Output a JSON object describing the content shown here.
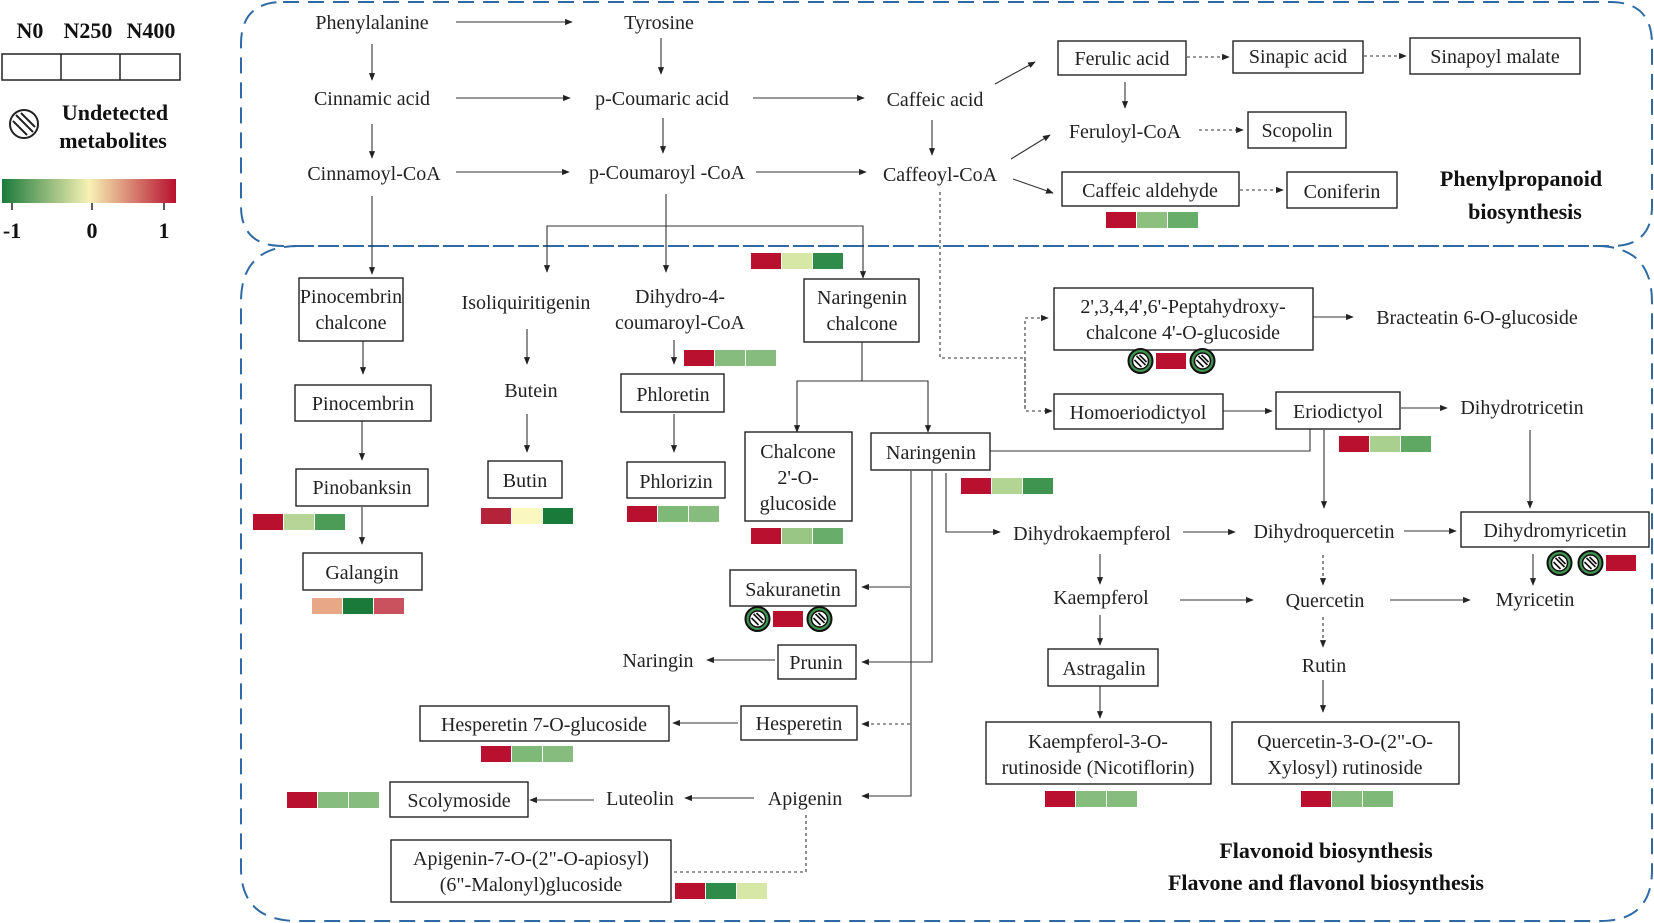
{
  "legend": {
    "conditions": [
      "N0",
      "N250",
      "N400"
    ],
    "undetected_label_line1": "Undetected",
    "undetected_label_line2": "metabolites",
    "scale_min": "-1",
    "scale_mid": "0",
    "scale_max": "1",
    "gradient": [
      "#1a7a3a",
      "#f7f1b4",
      "#b8102e"
    ]
  },
  "regions": {
    "phenylpropanoid_line1": "Phenylpropanoid",
    "phenylpropanoid_line2": "biosynthesis",
    "flavonoid_line1": "Flavonoid biosynthesis",
    "flavonoid_line2": "Flavone and flavonol biosynthesis"
  },
  "nodes": [
    {
      "id": "phenylalanine",
      "lines": [
        "Phenylalanine"
      ]
    },
    {
      "id": "tyrosine",
      "lines": [
        "Tyrosine"
      ]
    },
    {
      "id": "cinnamic-acid",
      "lines": [
        "Cinnamic acid"
      ]
    },
    {
      "id": "p-coumaric-acid",
      "lines": [
        "p-Coumaric acid"
      ]
    },
    {
      "id": "caffeic-acid",
      "lines": [
        "Caffeic acid"
      ]
    },
    {
      "id": "cinnamoyl-coa",
      "lines": [
        "Cinnamoyl-CoA"
      ]
    },
    {
      "id": "p-coumaroyl-coa",
      "lines": [
        "p-Coumaroyl -CoA"
      ]
    },
    {
      "id": "caffeoyl-coa",
      "lines": [
        "Caffeoyl-CoA"
      ]
    },
    {
      "id": "ferulic-acid",
      "lines": [
        "Ferulic acid"
      ]
    },
    {
      "id": "sinapic-acid",
      "lines": [
        "Sinapic acid"
      ]
    },
    {
      "id": "sinapoyl-malate",
      "lines": [
        "Sinapoyl malate"
      ]
    },
    {
      "id": "feruloyl-coa",
      "lines": [
        "Feruloyl-CoA"
      ]
    },
    {
      "id": "scopolin",
      "lines": [
        "Scopolin"
      ]
    },
    {
      "id": "caffeic-aldehyde",
      "lines": [
        "Caffeic aldehyde"
      ]
    },
    {
      "id": "coniferin",
      "lines": [
        "Coniferin"
      ]
    },
    {
      "id": "pinocembrin-chalcone",
      "lines": [
        "Pinocembrin",
        "chalcone"
      ]
    },
    {
      "id": "isoliquiritigenin",
      "lines": [
        "Isoliquiritigenin"
      ]
    },
    {
      "id": "dihydro-4-coumaroyl-coa",
      "lines": [
        "Dihydro-4-",
        "coumaroyl-CoA"
      ]
    },
    {
      "id": "naringenin-chalcone",
      "lines": [
        "Naringenin",
        "chalcone"
      ]
    },
    {
      "id": "peptahydroxy-chalcone",
      "lines": [
        "2',3,4,4',6'-Peptahydroxy-",
        "chalcone 4'-O-glucoside"
      ]
    },
    {
      "id": "bracteatin",
      "lines": [
        "Bracteatin 6-O-glucoside"
      ]
    },
    {
      "id": "pinocembrin",
      "lines": [
        "Pinocembrin"
      ]
    },
    {
      "id": "butein",
      "lines": [
        "Butein"
      ]
    },
    {
      "id": "phloretin",
      "lines": [
        "Phloretin"
      ]
    },
    {
      "id": "homoeriodictyol",
      "lines": [
        "Homoeriodictyol"
      ]
    },
    {
      "id": "eriodictyol",
      "lines": [
        "Eriodictyol"
      ]
    },
    {
      "id": "dihydrotricetin",
      "lines": [
        "Dihydrotricetin"
      ]
    },
    {
      "id": "chalcone-2-o-glucoside",
      "lines": [
        "Chalcone",
        "2'-O-",
        "glucoside"
      ]
    },
    {
      "id": "naringenin",
      "lines": [
        "Naringenin"
      ]
    },
    {
      "id": "pinobanksin",
      "lines": [
        "Pinobanksin"
      ]
    },
    {
      "id": "butin",
      "lines": [
        "Butin"
      ]
    },
    {
      "id": "phlorizin",
      "lines": [
        "Phlorizin"
      ]
    },
    {
      "id": "dihydrokaempferol",
      "lines": [
        "Dihydrokaempferol"
      ]
    },
    {
      "id": "dihydroquercetin",
      "lines": [
        "Dihydroquercetin"
      ]
    },
    {
      "id": "dihydromyricetin",
      "lines": [
        "Dihydromyricetin"
      ]
    },
    {
      "id": "galangin",
      "lines": [
        "Galangin"
      ]
    },
    {
      "id": "sakuranetin",
      "lines": [
        "Sakuranetin"
      ]
    },
    {
      "id": "kaempferol",
      "lines": [
        "Kaempferol"
      ]
    },
    {
      "id": "quercetin",
      "lines": [
        "Quercetin"
      ]
    },
    {
      "id": "myricetin",
      "lines": [
        "Myricetin"
      ]
    },
    {
      "id": "naringin",
      "lines": [
        "Naringin"
      ]
    },
    {
      "id": "prunin",
      "lines": [
        "Prunin"
      ]
    },
    {
      "id": "astragalin",
      "lines": [
        "Astragalin"
      ]
    },
    {
      "id": "rutin",
      "lines": [
        "Rutin"
      ]
    },
    {
      "id": "hesperetin-7-o-glucoside",
      "lines": [
        "Hesperetin 7-O-glucoside"
      ]
    },
    {
      "id": "hesperetin",
      "lines": [
        "Hesperetin"
      ]
    },
    {
      "id": "kaempferol-3-o-rutinoside",
      "lines": [
        "Kaempferol-3-O-",
        "rutinoside (Nicotiflorin)"
      ]
    },
    {
      "id": "quercetin-3-o-xylosyl-rutinoside",
      "lines": [
        "Quercetin-3-O-(2\"-O-",
        "Xylosyl) rutinoside"
      ]
    },
    {
      "id": "scolymoside",
      "lines": [
        "Scolymoside"
      ]
    },
    {
      "id": "luteolin",
      "lines": [
        "Luteolin"
      ]
    },
    {
      "id": "apigenin",
      "lines": [
        "Apigenin"
      ]
    },
    {
      "id": "apigenin-7-o-glucoside",
      "lines": [
        "Apigenin-7-O-(2\"-O-apiosyl)",
        "(6\"-Malonyl)glucoside"
      ]
    }
  ],
  "heat_strips": [
    {
      "metabolite": "caffeic-aldehyde",
      "cells": [
        "#b8102e",
        "#8dc07f",
        "#68ad6a"
      ]
    },
    {
      "metabolite": "naringenin-chalcone",
      "cells": [
        "#b8102e",
        "#d6e7a6",
        "#2e8b49"
      ]
    },
    {
      "metabolite": "dihydro-4-coumaroyl-coa",
      "cells": [
        "#b8102e",
        "#86bd7e",
        "#86bd7e"
      ]
    },
    {
      "metabolite": "peptahydroxy-chalcone",
      "cells": [
        "undetected",
        "#b8102e",
        "undetected"
      ]
    },
    {
      "metabolite": "eriodictyol",
      "cells": [
        "#b8102e",
        "#a9d08f",
        "#5ea863"
      ]
    },
    {
      "metabolite": "naringenin",
      "cells": [
        "#b8102e",
        "#b3d594",
        "#3f944f"
      ]
    },
    {
      "metabolite": "pinobanksin",
      "cells": [
        "#b8102e",
        "#b7d596",
        "#4c9c58"
      ]
    },
    {
      "metabolite": "butin",
      "cells": [
        "#b5233a",
        "#fbf7c0",
        "#1a7a3a"
      ]
    },
    {
      "metabolite": "phlorizin",
      "cells": [
        "#b8102e",
        "#7fb978",
        "#86bd7e"
      ]
    },
    {
      "metabolite": "chalcone-2-o-glucoside",
      "cells": [
        "#b8102e",
        "#9ac685",
        "#68ad6a"
      ]
    },
    {
      "metabolite": "dihydromyricetin",
      "cells": [
        "undetected",
        "undetected",
        "#b8102e"
      ]
    },
    {
      "metabolite": "galangin",
      "cells": [
        "#e8a787",
        "#1a7a3a",
        "#c9525e"
      ]
    },
    {
      "metabolite": "sakuranetin",
      "cells": [
        "undetected",
        "#b8102e",
        "undetected"
      ]
    },
    {
      "metabolite": "hesperetin-7-o-glucoside",
      "cells": [
        "#b8102e",
        "#7fb978",
        "#86bd7e"
      ]
    },
    {
      "metabolite": "kaempferol-3-o-rutinoside",
      "cells": [
        "#b8102e",
        "#86bd7e",
        "#86bd7e"
      ]
    },
    {
      "metabolite": "quercetin-3-o-xylosyl-rutinoside",
      "cells": [
        "#b8102e",
        "#86bd7e",
        "#7fb978"
      ]
    },
    {
      "metabolite": "scolymoside",
      "cells": [
        "#b8102e",
        "#86bd7e",
        "#86bd7e"
      ]
    },
    {
      "metabolite": "apigenin-7-o-glucoside",
      "cells": [
        "#b8102e",
        "#2e8b49",
        "#d6e7a6"
      ]
    }
  ]
}
